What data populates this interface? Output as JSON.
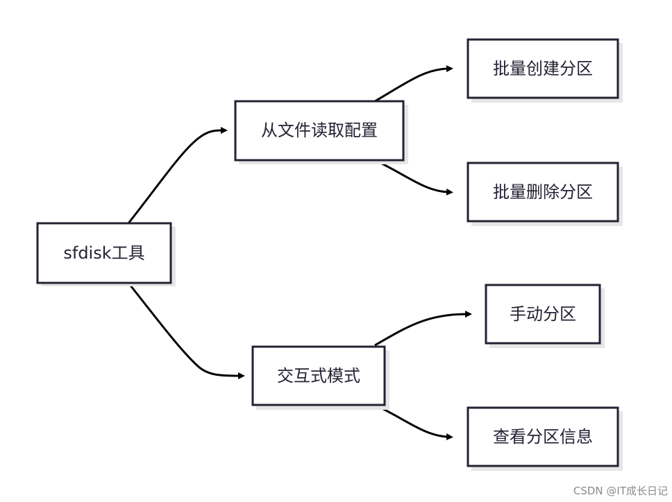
{
  "nodes": {
    "root": "sfdisk工具",
    "read_config": "从文件读取配置",
    "batch_create": "批量创建分区",
    "batch_delete": "批量删除分区",
    "interactive": "交互式模式",
    "manual_partition": "手动分区",
    "view_info": "查看分区信息"
  },
  "watermark": "CSDN @IT成长日记",
  "colors": {
    "box_stroke": "#222233",
    "box_fill": "#ffffff",
    "edge": "#000000",
    "text": "#222233"
  }
}
